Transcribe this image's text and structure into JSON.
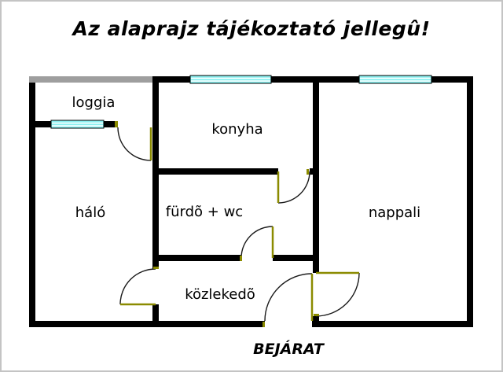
{
  "title": "Az alaprajz tájékoztató jellegû!",
  "rooms": {
    "loggia": "loggia",
    "konyha": "konyha",
    "halo": "háló",
    "furdo": "fürdõ + wc",
    "nappali": "nappali",
    "kozlekedo": "közlekedõ"
  },
  "entrance_label": "BEJÁRAT",
  "colors": {
    "wall": "#000000",
    "wall_gray": "#9e9e9e",
    "window_glass": "#8af0f0",
    "window_stripe": "#ffffff",
    "door_line": "#1a1a1a",
    "door_accent": "#8b8b00",
    "page_border": "#c4c4c4",
    "background": "#ffffff"
  }
}
